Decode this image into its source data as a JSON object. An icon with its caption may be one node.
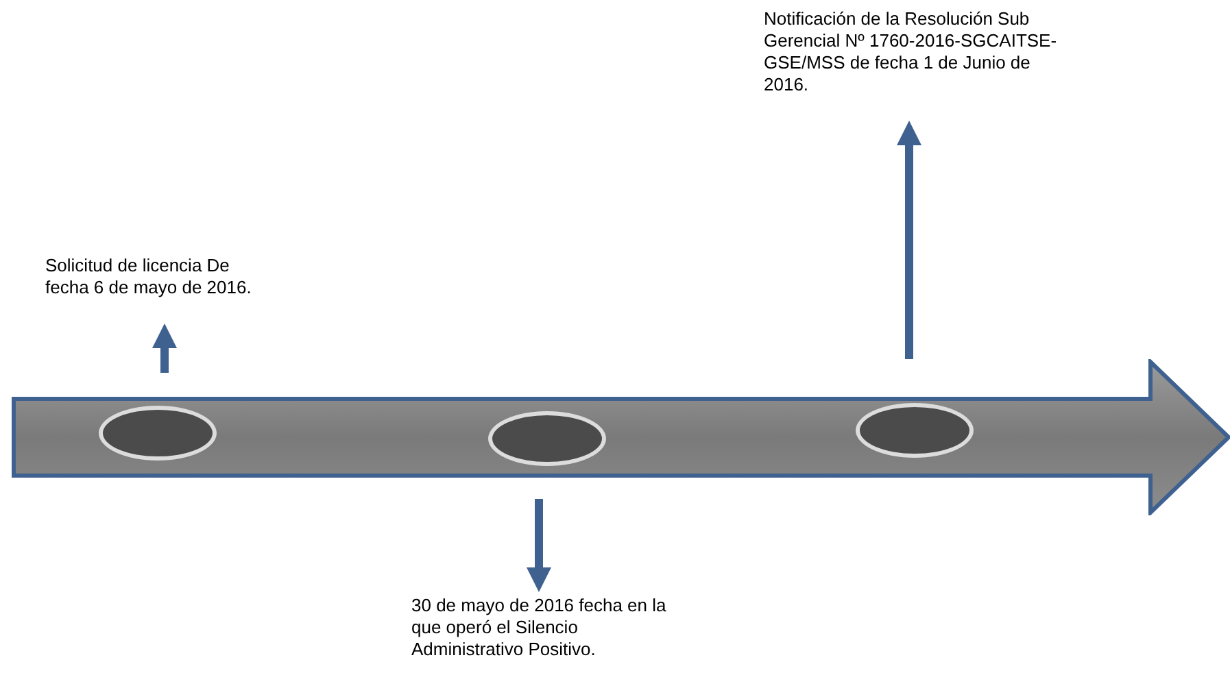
{
  "diagram": {
    "nodes": [
      {
        "text": [],
        "shape": "arrow"
      },
      {
        "text": [],
        "shape": "ellipse",
        "in": 0
      },
      {
        "text": [],
        "shape": "ellipse",
        "in": 0
      },
      {
        "text": [],
        "shape": "ellipse",
        "in": 0
      },
      {
        "text": [
          "Solicitud de licencia De fecha 6 de mayo de 2016."
        ]
      },
      {
        "text": [
          "30 de mayo de 2016 fecha en la que operó el Silencio Administrativo Positivo."
        ]
      },
      {
        "text": [
          "Notificación de la Resolución Sub Gerencial Nº 1760-2016-SGCAITSE-GSE/MSS de fecha 1 de Junio de 2016."
        ]
      }
    ],
    "edges": [
      {
        "from": null,
        "to": 4,
        "arrow": "to"
      },
      {
        "from": null,
        "to": 5,
        "arrow": "to"
      },
      {
        "from": null,
        "to": 6,
        "arrow": "to"
      }
    ]
  }
}
